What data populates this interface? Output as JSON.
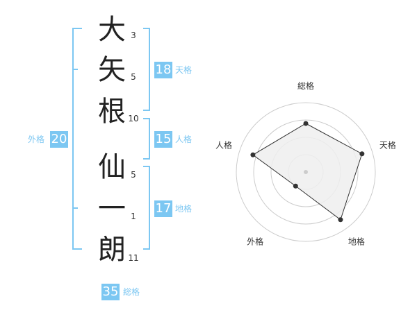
{
  "name": {
    "chars": [
      "大",
      "矢",
      "根",
      "仙",
      "一",
      "朗"
    ],
    "strokes": [
      "3",
      "5",
      "10",
      "5",
      "1",
      "11"
    ]
  },
  "fortunes": {
    "tenkaku": {
      "value": "18",
      "label": "天格"
    },
    "jinkaku": {
      "value": "15",
      "label": "人格"
    },
    "chikaku": {
      "value": "17",
      "label": "地格"
    },
    "gaikaku": {
      "value": "20",
      "label": "外格"
    },
    "soukaku": {
      "value": "35",
      "label": "総格"
    }
  },
  "chart_data": {
    "type": "radar",
    "axes": [
      "総格",
      "天格",
      "地格",
      "外格",
      "人格"
    ],
    "values": [
      0.7,
      0.85,
      0.85,
      0.25,
      0.8
    ],
    "range": [
      0,
      1
    ],
    "rings": 4
  },
  "colors": {
    "accent": "#7cc7f2",
    "text": "#222222",
    "radar_fill": "#eeeeee",
    "radar_grid": "#cccccc",
    "radar_line": "#333333"
  }
}
